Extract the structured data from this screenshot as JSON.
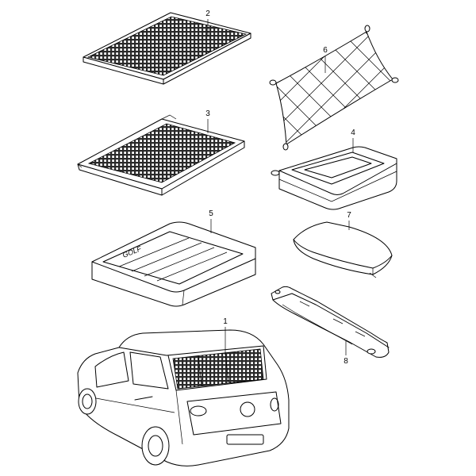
{
  "callouts": {
    "c1": "1",
    "c2": "2",
    "c3": "3",
    "c4": "4",
    "c5": "5",
    "c6": "6",
    "c7": "7",
    "c8": "8"
  },
  "parts": {
    "mat_embossing": "GOLF"
  },
  "colors": {
    "line": "#000000",
    "background": "#ffffff"
  }
}
